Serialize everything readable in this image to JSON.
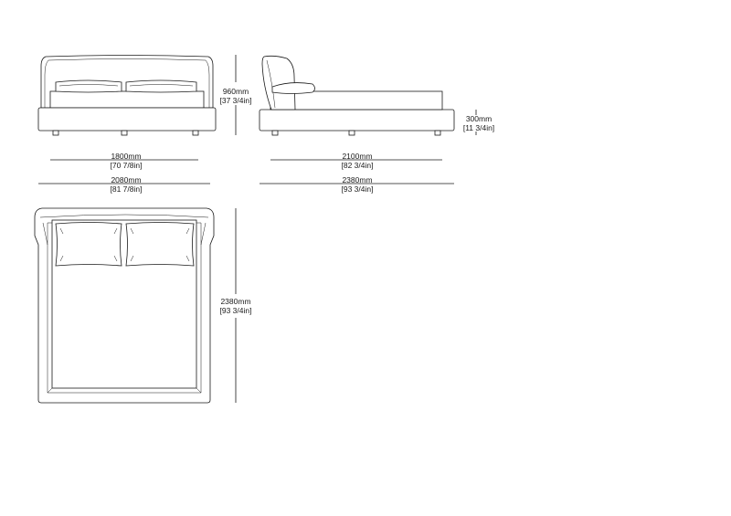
{
  "front_view": {
    "width": {
      "mm": "1800mm",
      "in": "[70 7/8in]"
    },
    "overall_width": {
      "mm": "2080mm",
      "in": "[81 7/8in]"
    },
    "height": {
      "mm": "960mm",
      "in": "[37 3/4in]"
    }
  },
  "side_view": {
    "length": {
      "mm": "2100mm",
      "in": "[82 3/4in]"
    },
    "overall_length": {
      "mm": "2380mm",
      "in": "[93 3/4in]"
    },
    "base_height": {
      "mm": "300mm",
      "in": "[11 3/4in]"
    }
  },
  "top_view": {
    "length": {
      "mm": "2380mm",
      "in": "[93 3/4in]"
    }
  }
}
